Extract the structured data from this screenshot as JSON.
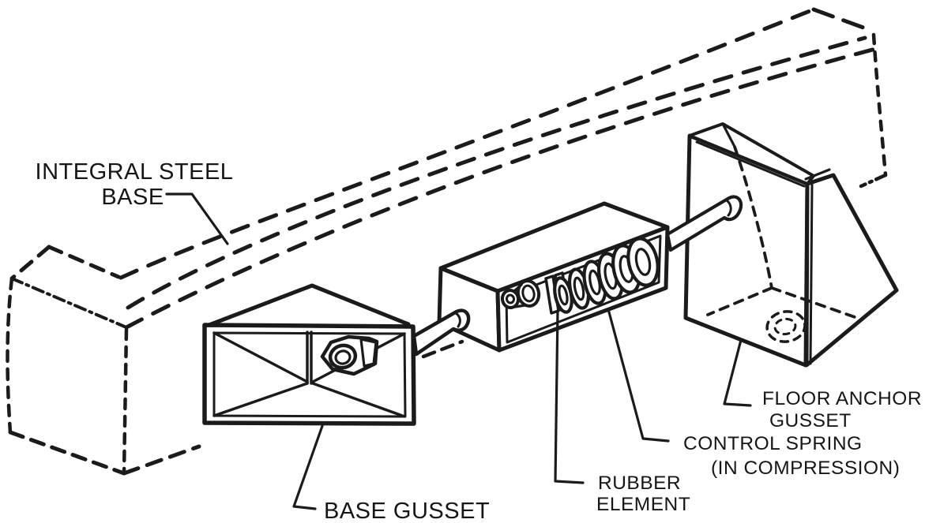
{
  "figure": {
    "background_color": "#ffffff",
    "ink_color": "#1b1b1b",
    "drawing_type": "isometric technical line drawing of a machine vibration-isolation anchoring assembly",
    "labels": {
      "integral_steel_base": {
        "line1": "INTEGRAL STEEL",
        "line2": "BASE"
      },
      "floor_anchor_gusset": {
        "line1": "FLOOR ANCHOR",
        "line2": "GUSSET"
      },
      "control_spring": {
        "line1": "CONTROL SPRING",
        "line2": "(IN COMPRESSION)"
      },
      "rubber_element": {
        "line1": "RUBBER",
        "line2": "ELEMENT"
      },
      "base_gusset": {
        "label": "BASE GUSSET"
      }
    }
  }
}
